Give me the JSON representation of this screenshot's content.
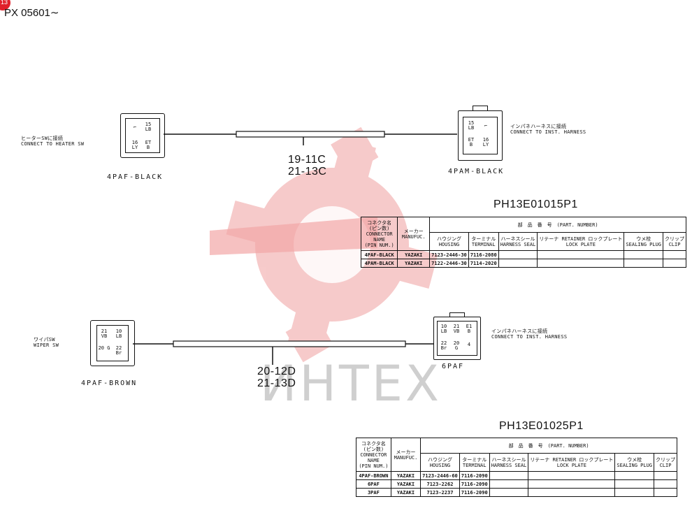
{
  "header": {
    "code": "PX 05601∼",
    "badge": "13"
  },
  "watermark": "ИНТЕХ",
  "diagram1": {
    "left_note": [
      "ヒーターSWに接続",
      "CONNECT TO HEATER SW"
    ],
    "left_connector": {
      "name": "4PAF-BLACK",
      "pins": [
        "⌐",
        "15 LB",
        "16 LY",
        "ET B"
      ]
    },
    "wire_codes": [
      "19-11C",
      "21-13C"
    ],
    "right_connector": {
      "name": "4PAM-BLACK",
      "pins": [
        "15 LB",
        "⌐",
        "ET B",
        "16 LY"
      ]
    },
    "right_note": [
      "インパネハーネスに接続",
      "CONNECT TO INST. HARNESS"
    ],
    "part_number": "PH13E01015P1",
    "table": {
      "head_connector": [
        "コネクタ名",
        "(ピン数)",
        "CONNECTOR",
        "NAME",
        "(PIN NUM.)"
      ],
      "head_maker": [
        "メーカー",
        "MANUFUC."
      ],
      "head_partno": "部　品　番　号",
      "head_partno_en": "(PART. NUMBER)",
      "cols": [
        {
          "jp": "ハウジング",
          "en": "HOUSING"
        },
        {
          "jp": "ターミナル",
          "en": "TERMINAL"
        },
        {
          "jp": "ハーネスシール",
          "en": "HARNESS SEAL"
        },
        {
          "jp": "リテーナ RETAINER ロックプレート",
          "en": "LOCK PLATE"
        },
        {
          "jp": "ウメ栓",
          "en": "SEALING PLUG"
        },
        {
          "jp": "クリップ",
          "en": "CLIP"
        }
      ],
      "rows": [
        {
          "name": "4PAF-BLACK",
          "maker": "YAZAKI",
          "housing": "7123-2446-30",
          "terminal": "7116-2080"
        },
        {
          "name": "4PAM-BLACK",
          "maker": "YAZAKI",
          "housing": "7122-2446-30",
          "terminal": "7114-2020"
        }
      ]
    }
  },
  "diagram2": {
    "left_note": [
      "ワイパSW",
      "WIPER SW"
    ],
    "left_connector": {
      "name": "4PAF-BROWN",
      "pins": [
        "21 VB",
        "10 LB",
        "20 G",
        "22 Br"
      ]
    },
    "wire_codes": [
      "20-12D",
      "21-13D"
    ],
    "right_connector": {
      "name": "6PAF",
      "pins": [
        "10 LB",
        "21 VB",
        "E1 B",
        "22 Br",
        "20 G",
        "4"
      ]
    },
    "right_note": [
      "インパネハーネスに接続",
      "CONNECT TO INST. HARNESS"
    ],
    "part_number": "PH13E01025P1",
    "table": {
      "head_connector": [
        "コネクタ名",
        "(ピン数)",
        "CONNECTOR",
        "NAME",
        "(PIN NUM.)"
      ],
      "head_maker": [
        "メーカー",
        "MANUFUC."
      ],
      "head_partno": "部　品　番　号",
      "head_partno_en": "(PART. NUMBER)",
      "cols": [
        {
          "jp": "ハウジング",
          "en": "HOUSING"
        },
        {
          "jp": "ターミナル",
          "en": "TERMINAL"
        },
        {
          "jp": "ハーネスシール",
          "en": "HARNESS SEAL"
        },
        {
          "jp": "リテーナ RETAINER ロックプレート",
          "en": "LOCK PLATE"
        },
        {
          "jp": "ウメ栓",
          "en": "SEALING PLUG"
        },
        {
          "jp": "クリップ",
          "en": "CLIP"
        }
      ],
      "rows": [
        {
          "name": "4PAF-BROWN",
          "maker": "YAZAKI",
          "housing": "7123-2446-60",
          "terminal": "7116-2090"
        },
        {
          "name": "6PAF",
          "maker": "YAZAKI",
          "housing": "7123-2262",
          "terminal": "7116-2090"
        },
        {
          "name": "3PAF",
          "maker": "YAZAKI",
          "housing": "7123-2237",
          "terminal": "7116-2090"
        }
      ]
    }
  }
}
